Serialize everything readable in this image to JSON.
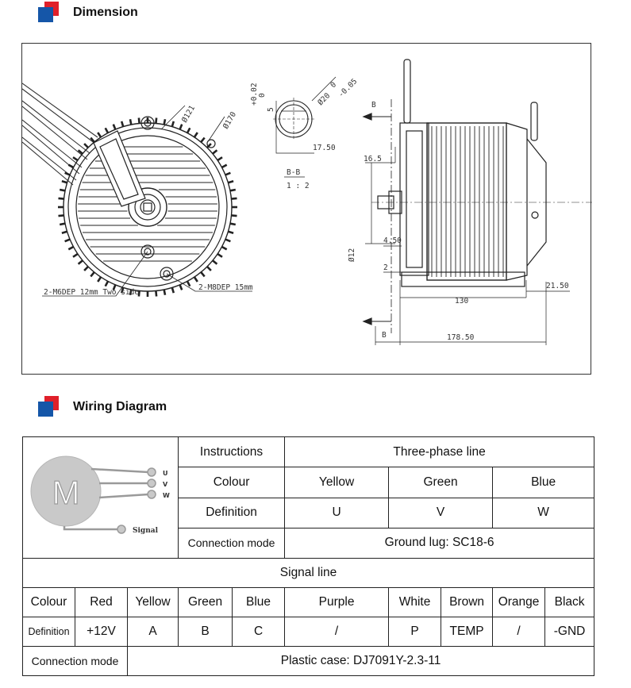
{
  "dimension_section": {
    "title": "Dimension",
    "drawing": {
      "front_view": {
        "diameter_labels": [
          "Ø121",
          "Ø170"
        ],
        "hole_labels": [
          "2-M6DEP 12mm Two side",
          "2-M8DEP 15mm"
        ]
      },
      "shaft_section": {
        "tolerance_upper": "+0.02",
        "tolerance_lower": "0",
        "shaft_diameter": "Ø20",
        "shaft_tolerance_upper": "0",
        "shaft_tolerance_lower": "-0.05",
        "key_width": "5",
        "flat_depth": "17.50",
        "section_label": "B-B",
        "scale_label": "1 : 2"
      },
      "side_view": {
        "section_marker_top": "B",
        "section_marker_bottom": "B",
        "dim_16_5": "16.5",
        "dim_4_50": "4.50",
        "dim_2": "2",
        "dim_phi12": "Ø12",
        "dim_130": "130",
        "dim_21_50": "21.50",
        "dim_178_50": "178.50"
      }
    }
  },
  "wiring_section": {
    "title": "Wiring Diagram",
    "motor_diagram": {
      "motor_letter": "M",
      "phase_labels": [
        "U",
        "V",
        "W"
      ],
      "signal_label": "Signal"
    },
    "three_phase": {
      "instructions_label": "Instructions",
      "instructions_value": "Three-phase line",
      "colour_label": "Colour",
      "colours": [
        "Yellow",
        "Green",
        "Blue"
      ],
      "definition_label": "Definition",
      "definitions": [
        "U",
        "V",
        "W"
      ],
      "connection_label": "Connection mode",
      "connection_value": "Ground lug: SC18-6"
    },
    "signal_line": {
      "header": "Signal line",
      "colour_label": "Colour",
      "colours": [
        "Red",
        "Yellow",
        "Green",
        "Blue",
        "Purple",
        "White",
        "Brown",
        "Orange",
        "Black"
      ],
      "definition_label": "Definition",
      "definitions": [
        "+12V",
        "A",
        "B",
        "C",
        "/",
        "P",
        "TEMP",
        "/",
        "-GND"
      ],
      "connection_label": "Connection mode",
      "connection_value": "Plastic case: DJ7091Y-2.3-11"
    }
  }
}
